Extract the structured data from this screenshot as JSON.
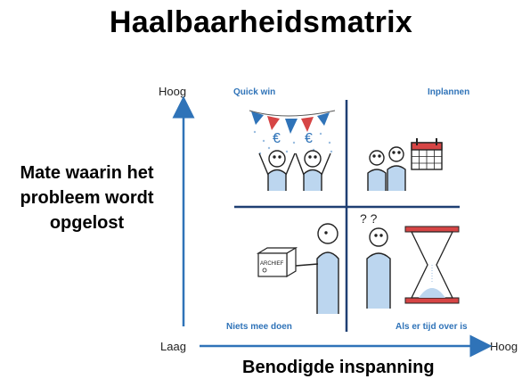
{
  "title": "Haalbaarheidsmatrix",
  "axes": {
    "y_label": "Mate waarin het probleem wordt opgelost",
    "x_label": "Benodigde inspanning",
    "y_high": "Hoog",
    "y_low": "Laag",
    "x_high": "Hoog"
  },
  "quadrants": {
    "top_left": "Quick win",
    "top_right": "Inplannen",
    "bottom_left": "Niets mee doen",
    "bottom_right": "Als er tijd over is"
  },
  "illustrations": {
    "archive_box_label": "ARCHIEF",
    "question_marks": "? ?",
    "euro_sign": "€"
  },
  "colors": {
    "accent_blue": "#2f73b8",
    "divider_navy": "#1f3f73",
    "flag_red": "#d64545",
    "hourglass_red": "#d64545",
    "light_blue": "#bcd6ef"
  }
}
